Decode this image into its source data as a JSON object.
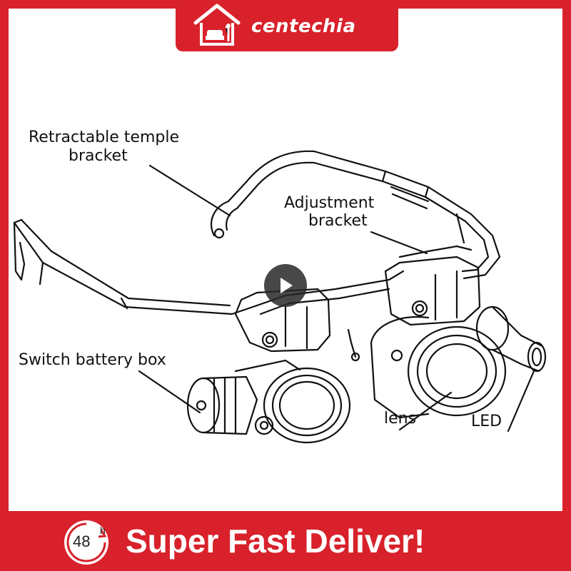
{
  "brand": {
    "name": "centechia"
  },
  "labels": {
    "temple_line1": "Retractable temple",
    "temple_line2": "bracket",
    "adjust_line1": "Adjustment",
    "adjust_line2": "bracket",
    "battery": "Switch battery box",
    "lens": "lens",
    "led": "LED"
  },
  "banner": {
    "badge_number": "48",
    "badge_unit": "h",
    "text": "Super Fast Deliver!"
  },
  "colors": {
    "brand_red": "#d8212b",
    "line": "#111111",
    "background": "#ffffff"
  },
  "icons": {
    "logo": "house-chair-icon",
    "play": "play-icon",
    "badge": "clock-badge-icon"
  }
}
